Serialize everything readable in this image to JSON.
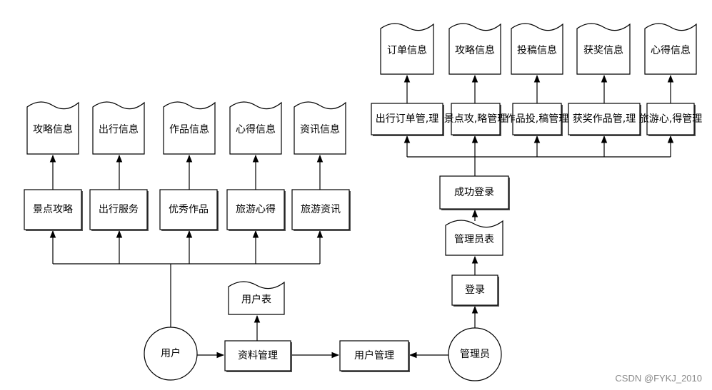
{
  "left_docs": [
    "攻略信息",
    "出行信息",
    "作品信息",
    "心得信息",
    "资讯信息"
  ],
  "left_processes": [
    "景点攻略",
    "出行服务",
    "优秀作品",
    "旅游心得",
    "旅游资讯"
  ],
  "user_circle": "用户",
  "user_table": "用户表",
  "profile_mgmt": "资料管理",
  "user_mgmt": "用户管理",
  "admin_circle": "管理员",
  "login": "登录",
  "admin_table": "管理员表",
  "login_success": "成功登录",
  "right_processes": [
    [
      "出行订单管",
      "理"
    ],
    [
      "景点攻",
      "略管理"
    ],
    [
      "作品投",
      "稿管理"
    ],
    [
      "获奖作品管",
      "理"
    ],
    [
      "旅游心",
      "得管理"
    ]
  ],
  "right_docs": [
    "订单信息",
    "攻略信息",
    "投稿信息",
    "获奖信息",
    "心得信息"
  ],
  "watermark": "CSDN @FYKJ_2010"
}
